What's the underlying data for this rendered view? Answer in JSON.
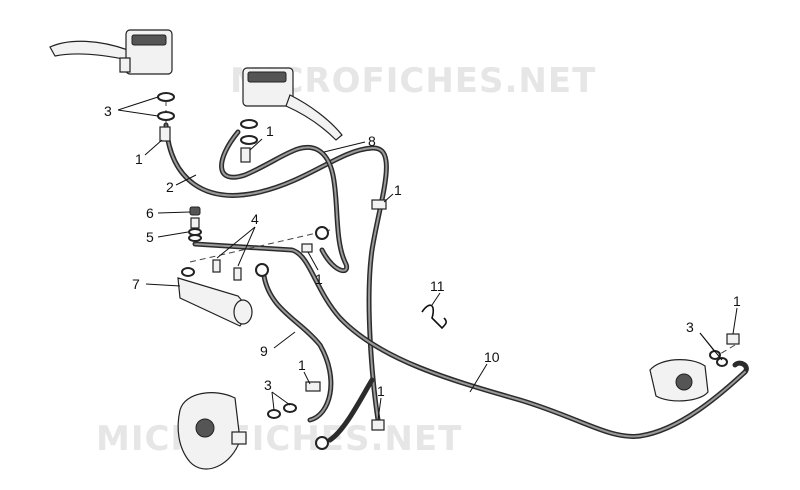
{
  "watermark": {
    "top": "MICROFICHES.NET",
    "bottom": "MICROFICHES.NET"
  },
  "callouts": [
    {
      "id": "c1",
      "text": "3"
    },
    {
      "id": "c2",
      "text": "1"
    },
    {
      "id": "c3",
      "text": "2"
    },
    {
      "id": "c4",
      "text": "6"
    },
    {
      "id": "c5",
      "text": "5"
    },
    {
      "id": "c6",
      "text": "7"
    },
    {
      "id": "c7",
      "text": "4"
    },
    {
      "id": "c8",
      "text": "1"
    },
    {
      "id": "c9",
      "text": "8"
    },
    {
      "id": "c10",
      "text": "1"
    },
    {
      "id": "c11",
      "text": "1"
    },
    {
      "id": "c12",
      "text": "11"
    },
    {
      "id": "c13",
      "text": "10"
    },
    {
      "id": "c14",
      "text": "9"
    },
    {
      "id": "c15",
      "text": "3"
    },
    {
      "id": "c16",
      "text": "1"
    },
    {
      "id": "c17",
      "text": "1"
    },
    {
      "id": "c18",
      "text": "3"
    },
    {
      "id": "c19",
      "text": "1"
    }
  ],
  "colors": {
    "line": "#2b2b2b",
    "watermark": "#e6e6e6",
    "background": "#ffffff"
  }
}
